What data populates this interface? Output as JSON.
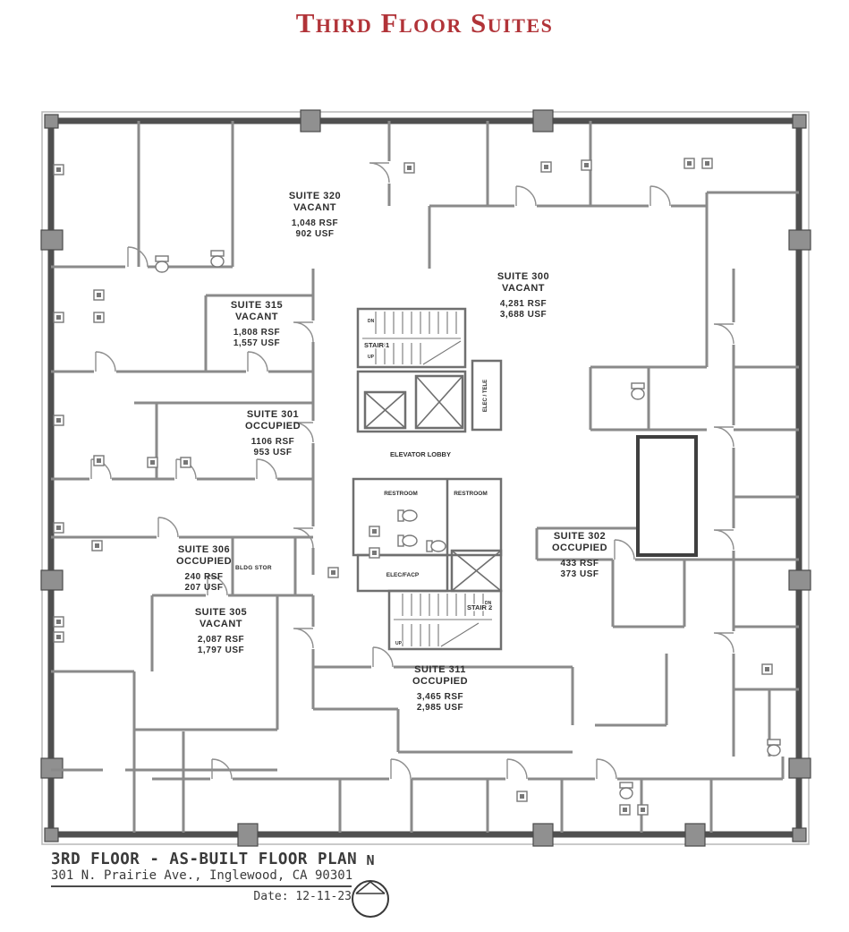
{
  "title": "Third Floor Suites",
  "suites": [
    {
      "name": "SUITE 320",
      "status": "VACANT",
      "rsf": "1,048 RSF",
      "usf": "902 USF"
    },
    {
      "name": "SUITE 315",
      "status": "VACANT",
      "rsf": "1,808 RSF",
      "usf": "1,557 USF"
    },
    {
      "name": "SUITE 300",
      "status": "VACANT",
      "rsf": "4,281 RSF",
      "usf": "3,688 USF"
    },
    {
      "name": "SUITE 301",
      "status": "OCCUPIED",
      "rsf": "1106 RSF",
      "usf": "953 USF"
    },
    {
      "name": "SUITE 306",
      "status": "OCCUPIED",
      "rsf": "240 RSF",
      "usf": "207 USF"
    },
    {
      "name": "SUITE 305",
      "status": "VACANT",
      "rsf": "2,087 RSF",
      "usf": "1,797 USF"
    },
    {
      "name": "SUITE 302",
      "status": "OCCUPIED",
      "rsf": "433 RSF",
      "usf": "373 USF"
    },
    {
      "name": "SUITE 311",
      "status": "OCCUPIED",
      "rsf": "3,465 RSF",
      "usf": "2,985 USF"
    }
  ],
  "core": {
    "stair1": "STAIR 1",
    "stair2": "STAIR 2",
    "elevator_lobby": "ELEVATOR LOBBY",
    "elec_tele": "ELEC / TELE",
    "restroom_left": "RESTROOM",
    "restroom_right": "RESTROOM",
    "elec_facp": "ELEC/FACP",
    "bldg_stor": "BLDG STOR",
    "up": "UP",
    "dn": "DN"
  },
  "footer": {
    "plan_title": "3RD FLOOR - AS-BUILT FLOOR PLAN",
    "address": "301 N. Prairie Ave., Inglewood, CA 90301",
    "date_label": "Date: 12-11-23",
    "north": "N"
  },
  "colors": {
    "title_red": "#b13338",
    "wall_dark": "#4f4f4f",
    "wall_mid": "#8a8a8a",
    "column_fill": "#909090",
    "text": "#2d2d2d"
  }
}
